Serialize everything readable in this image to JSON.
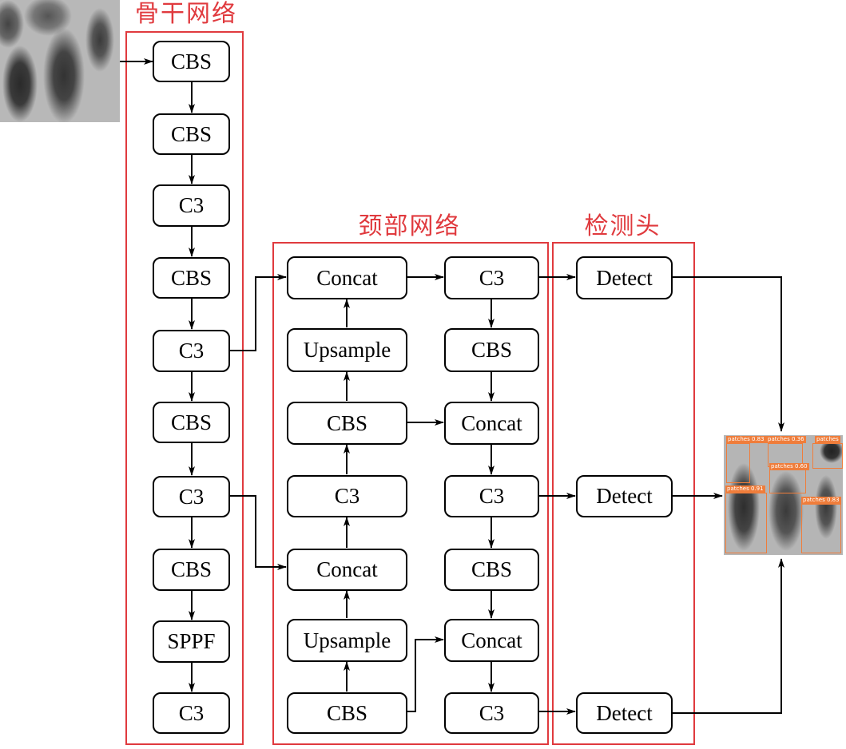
{
  "groups": {
    "backbone": "骨干网络",
    "neck": "颈部网络",
    "head": "检测头"
  },
  "backbone_blocks": [
    "CBS",
    "CBS",
    "C3",
    "CBS",
    "C3",
    "CBS",
    "C3",
    "CBS",
    "SPPF",
    "C3"
  ],
  "neck_left_blocks": [
    "Concat",
    "Upsample",
    "CBS",
    "C3",
    "Concat",
    "Upsample",
    "CBS"
  ],
  "neck_right_blocks": [
    "C3",
    "CBS",
    "Concat",
    "C3",
    "CBS",
    "Concat",
    "C3"
  ],
  "head_blocks": [
    "Detect",
    "Detect",
    "Detect"
  ],
  "detections": [
    {
      "label": "patches",
      "score": "0.83"
    },
    {
      "label": "patches",
      "score": "0.36"
    },
    {
      "label": "patches",
      "score": "0.60"
    },
    {
      "label": "patches",
      "score": "0.91"
    },
    {
      "label": "patches",
      "score": "0.83"
    },
    {
      "label": "patches",
      "score": ""
    }
  ],
  "colors": {
    "group_border": "#e03a3e",
    "group_title": "#e03a3e",
    "block_border": "#000000",
    "arrow": "#000000",
    "detection_box": "#ef7d3b"
  }
}
